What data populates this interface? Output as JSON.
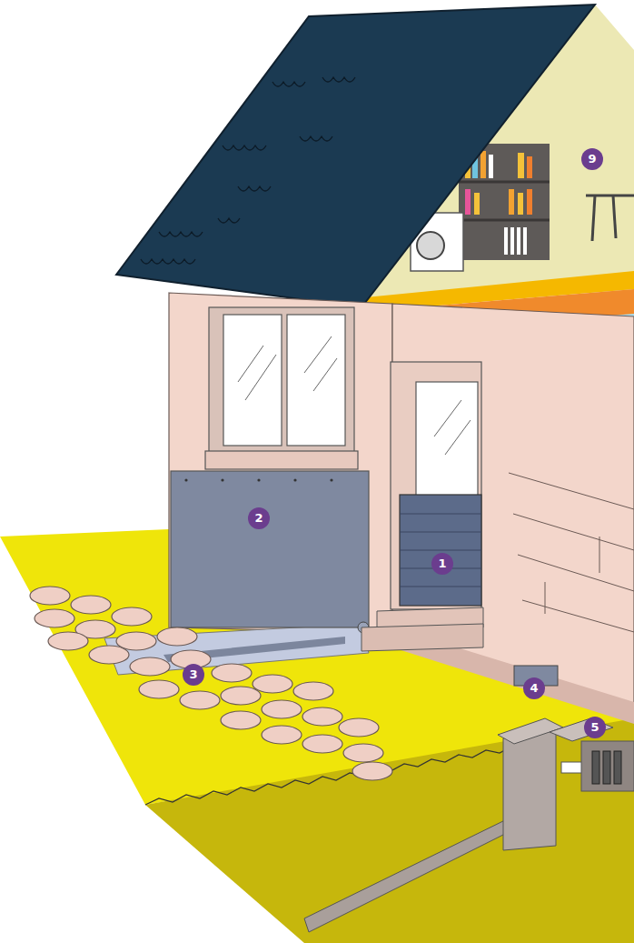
{
  "diagram": {
    "labels": [
      "9",
      "2",
      "1",
      "3",
      "4",
      "5"
    ]
  }
}
